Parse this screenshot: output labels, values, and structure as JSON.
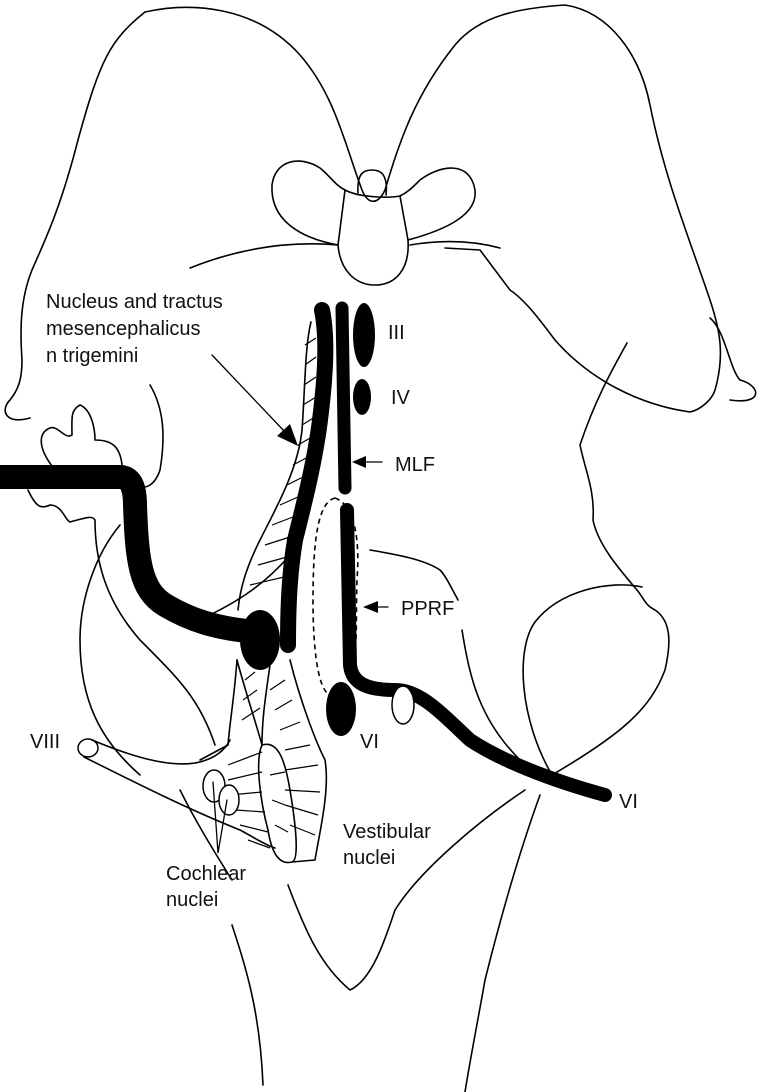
{
  "figure": {
    "description": "Brainstem schematic showing horizontal gaze pathways",
    "colors": {
      "ink": "#000000",
      "background": "#ffffff"
    }
  },
  "labels": {
    "mesencephalic": [
      "Nucleus and tractus",
      "mesencephalicus",
      "n trigemini"
    ],
    "nucleus_III": "III",
    "nucleus_IV": "IV",
    "mlf": "MLF",
    "pprf": "PPRF",
    "nucleus_VI": "VI",
    "nerve_VI": "VI",
    "nerve_VIII": "VIII",
    "vestibular": [
      "Vestibular",
      "nuclei"
    ],
    "cochlear": [
      "Cochlear",
      "nuclei"
    ]
  }
}
